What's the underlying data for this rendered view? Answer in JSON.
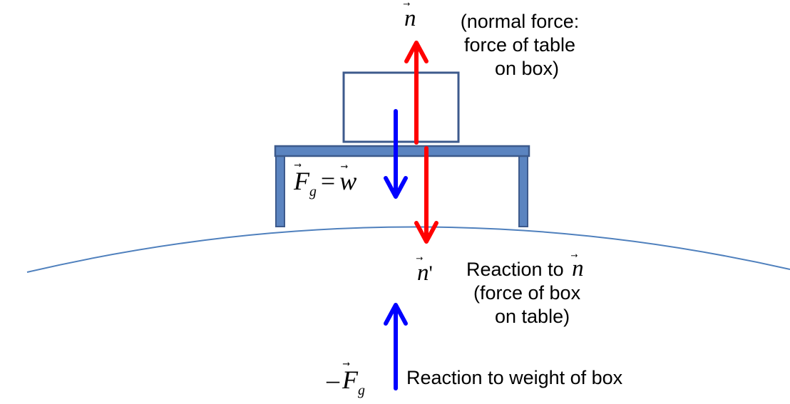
{
  "labels": {
    "normal_force_lines": [
      "(normal force:",
      "force of table",
      "on box)"
    ],
    "reaction_n_prefix": "Reaction to",
    "reaction_n_lines": [
      "(force of box",
      "on table)"
    ],
    "reaction_weight": "Reaction to weight of box"
  },
  "math": {
    "n": "n",
    "n_prime": "n",
    "prime": "'",
    "f": "F",
    "g": "g",
    "equals": "=",
    "w": "w",
    "minus": "–",
    "vector_arrow": "⃗"
  },
  "colors": {
    "box_fill": "#ffffff",
    "box_stroke": "#3d5a8c",
    "table_fill": "#5b84c0",
    "table_stroke": "#3d5a8c",
    "earth_curve": "#4f80bd",
    "red_arrow": "#ff0000",
    "blue_arrow": "#0000ff"
  }
}
